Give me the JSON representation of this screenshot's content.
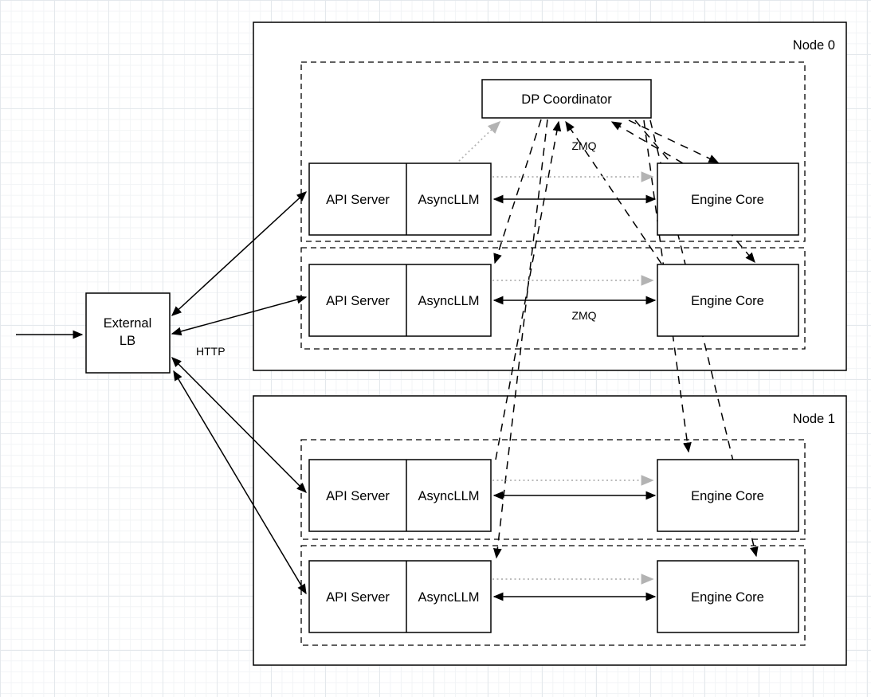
{
  "external_lb": {
    "line1": "External",
    "line2": "LB"
  },
  "edge_labels": {
    "http": "HTTP",
    "zmq_coordinator": "ZMQ",
    "zmq_engine": "ZMQ"
  },
  "nodes": [
    {
      "title": "Node 0",
      "coordinator_label": "DP Coordinator",
      "workers": [
        {
          "api_server": "API Server",
          "async_llm": "AsyncLLM",
          "engine_core": "Engine Core"
        },
        {
          "api_server": "API Server",
          "async_llm": "AsyncLLM",
          "engine_core": "Engine Core"
        }
      ]
    },
    {
      "title": "Node 1",
      "workers": [
        {
          "api_server": "API Server",
          "async_llm": "AsyncLLM",
          "engine_core": "Engine Core"
        },
        {
          "api_server": "API Server",
          "async_llm": "AsyncLLM",
          "engine_core": "Engine Core"
        }
      ]
    }
  ],
  "colors": {
    "box_fill": "#ffffff",
    "stroke": "#000000",
    "dotted_arrow": "#b3b3b3",
    "grid_line": "#e4e8ec"
  }
}
